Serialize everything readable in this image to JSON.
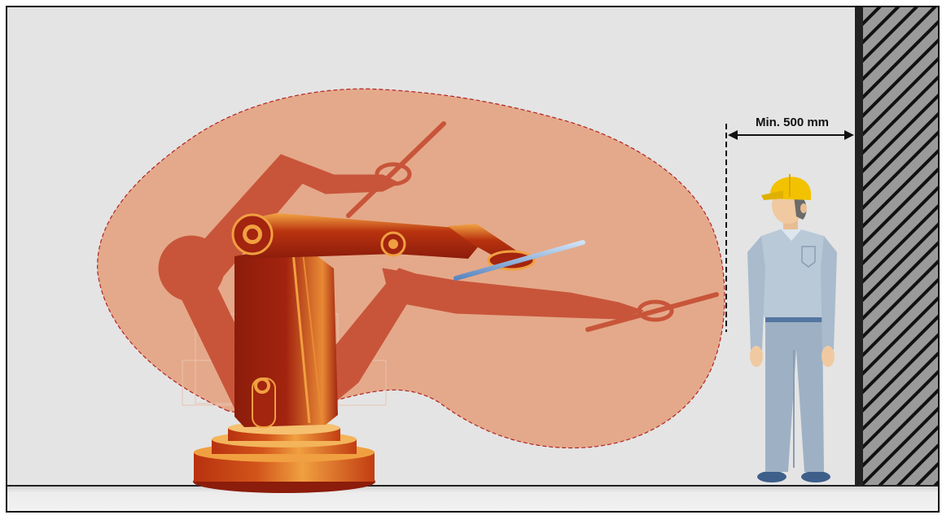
{
  "scene": {
    "clearance_label": "Min. 500 mm",
    "colors": {
      "background": "#e4e4e4",
      "floor": "#eeeeee",
      "danger_zone_fill": "#e4a98a",
      "danger_zone_outline": "#b22222",
      "robot_shadow": "#c8553a",
      "robot_body": "#a3240f",
      "robot_highlight": "#f0a040",
      "tool": "#7fa8d8",
      "worker_helmet": "#f2c200",
      "worker_clothes": "#b9c9d8",
      "wall_hatch": "#9a9a9a"
    },
    "icons": {
      "robot": "industrial-robot-arm",
      "worker": "worker-with-hard-hat",
      "wall": "hatched-wall"
    }
  }
}
